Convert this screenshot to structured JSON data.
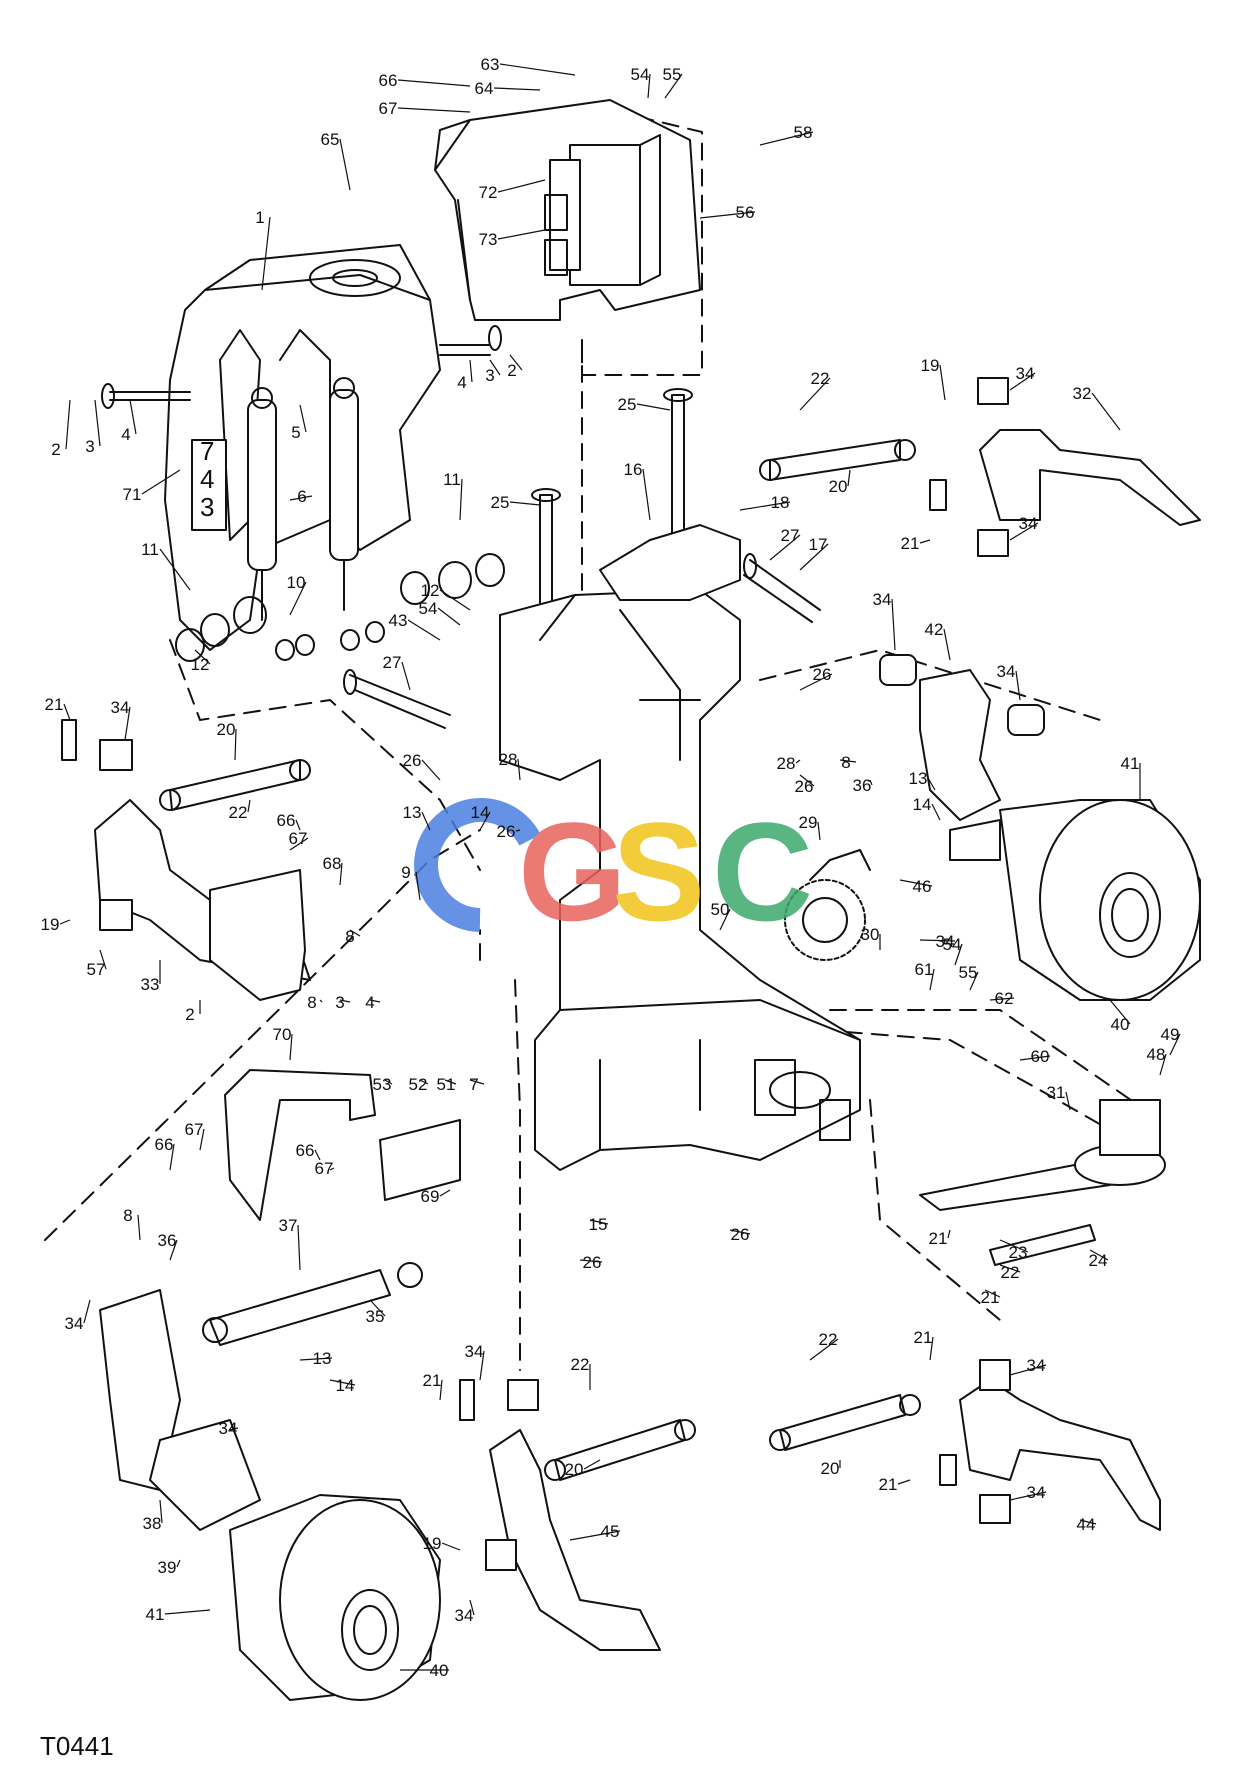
{
  "figure_ref": "T0441",
  "watermark": {
    "letters": [
      "G",
      "S",
      "C"
    ],
    "colors": [
      "#4a7fe0",
      "#e8635c",
      "#f0c419",
      "#3daa6e"
    ]
  },
  "colors": {
    "ink": "#111111",
    "paper": "#ffffff"
  },
  "callouts": [
    {
      "text": "63"
    },
    {
      "text": "66"
    },
    {
      "text": "64"
    },
    {
      "text": "54"
    },
    {
      "text": "55"
    },
    {
      "text": "67"
    },
    {
      "text": "58"
    },
    {
      "text": "65"
    },
    {
      "text": "72"
    },
    {
      "text": "56"
    },
    {
      "text": "1"
    },
    {
      "text": "73"
    },
    {
      "text": "4"
    },
    {
      "text": "3"
    },
    {
      "text": "2"
    },
    {
      "text": "2"
    },
    {
      "text": "3"
    },
    {
      "text": "4"
    },
    {
      "text": "5"
    },
    {
      "text": "71"
    },
    {
      "text": "6"
    },
    {
      "text": "11"
    },
    {
      "text": "11"
    },
    {
      "text": "10"
    },
    {
      "text": "12"
    },
    {
      "text": "43"
    },
    {
      "text": "54"
    },
    {
      "text": "12"
    },
    {
      "text": "27"
    },
    {
      "text": "25"
    },
    {
      "text": "16"
    },
    {
      "text": "25"
    },
    {
      "text": "18"
    },
    {
      "text": "27"
    },
    {
      "text": "17"
    },
    {
      "text": "22"
    },
    {
      "text": "19"
    },
    {
      "text": "34"
    },
    {
      "text": "32"
    },
    {
      "text": "20"
    },
    {
      "text": "21"
    },
    {
      "text": "34"
    },
    {
      "text": "34"
    },
    {
      "text": "42"
    },
    {
      "text": "34"
    },
    {
      "text": "26"
    },
    {
      "text": "21"
    },
    {
      "text": "34"
    },
    {
      "text": "20"
    },
    {
      "text": "22"
    },
    {
      "text": "66"
    },
    {
      "text": "67"
    },
    {
      "text": "68"
    },
    {
      "text": "26"
    },
    {
      "text": "13"
    },
    {
      "text": "14"
    },
    {
      "text": "26"
    },
    {
      "text": "28"
    },
    {
      "text": "28"
    },
    {
      "text": "26"
    },
    {
      "text": "8"
    },
    {
      "text": "36"
    },
    {
      "text": "13"
    },
    {
      "text": "14"
    },
    {
      "text": "41"
    },
    {
      "text": "29"
    },
    {
      "text": "46"
    },
    {
      "text": "9"
    },
    {
      "text": "50"
    },
    {
      "text": "19"
    },
    {
      "text": "8"
    },
    {
      "text": "30"
    },
    {
      "text": "34"
    },
    {
      "text": "33"
    },
    {
      "text": "57"
    },
    {
      "text": "2"
    },
    {
      "text": "8"
    },
    {
      "text": "3"
    },
    {
      "text": "4"
    },
    {
      "text": "54"
    },
    {
      "text": "61"
    },
    {
      "text": "55"
    },
    {
      "text": "62"
    },
    {
      "text": "40"
    },
    {
      "text": "49"
    },
    {
      "text": "70"
    },
    {
      "text": "53"
    },
    {
      "text": "52"
    },
    {
      "text": "51"
    },
    {
      "text": "7"
    },
    {
      "text": "60"
    },
    {
      "text": "48"
    },
    {
      "text": "31"
    },
    {
      "text": "66"
    },
    {
      "text": "67"
    },
    {
      "text": "66"
    },
    {
      "text": "67"
    },
    {
      "text": "69"
    },
    {
      "text": "15"
    },
    {
      "text": "26"
    },
    {
      "text": "26"
    },
    {
      "text": "8"
    },
    {
      "text": "37"
    },
    {
      "text": "36"
    },
    {
      "text": "21"
    },
    {
      "text": "23"
    },
    {
      "text": "24"
    },
    {
      "text": "22"
    },
    {
      "text": "21"
    },
    {
      "text": "34"
    },
    {
      "text": "35"
    },
    {
      "text": "13"
    },
    {
      "text": "14"
    },
    {
      "text": "34"
    },
    {
      "text": "21"
    },
    {
      "text": "34"
    },
    {
      "text": "22"
    },
    {
      "text": "22"
    },
    {
      "text": "21"
    },
    {
      "text": "34"
    },
    {
      "text": "20"
    },
    {
      "text": "20"
    },
    {
      "text": "21"
    },
    {
      "text": "34"
    },
    {
      "text": "44"
    },
    {
      "text": "38"
    },
    {
      "text": "19"
    },
    {
      "text": "45"
    },
    {
      "text": "39"
    },
    {
      "text": "41"
    },
    {
      "text": "34"
    },
    {
      "text": "40"
    }
  ]
}
